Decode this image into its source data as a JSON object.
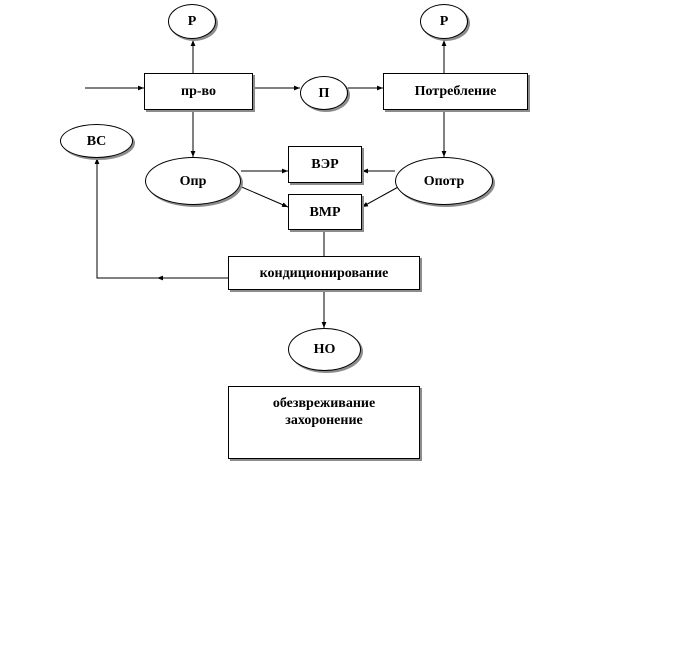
{
  "nodes": {
    "p_left": "Р",
    "p_right": "Р",
    "production": "пр-во",
    "product": "П",
    "consumption": "Потребление",
    "vs": "ВС",
    "opr": "Опр",
    "ver": "ВЭР",
    "vmr": "ВМР",
    "opotr": "Опотр",
    "conditioning": "кондиционирование",
    "no": "НО",
    "disposal_line1": "обезвреживание",
    "disposal_line2": "захоронение"
  },
  "colors": {
    "line": "#000000",
    "shadow": "#8c8c8c",
    "background": "#ffffff"
  }
}
